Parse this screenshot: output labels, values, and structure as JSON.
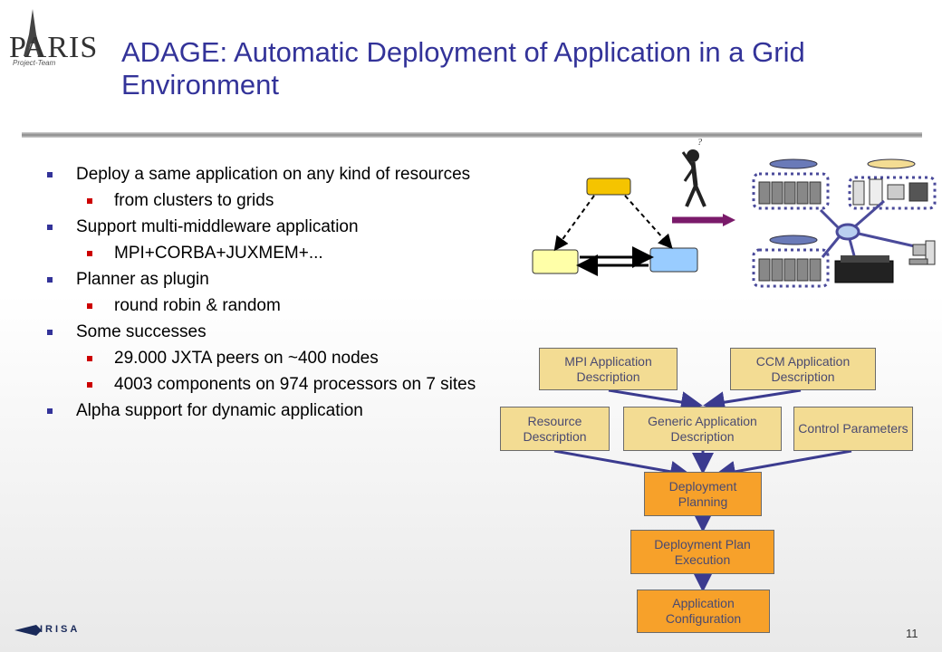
{
  "logo": {
    "text": "PARIS",
    "subtitle": "Project-Team"
  },
  "title": "ADAGE: Automatic Deployment of Application in a Grid Environment",
  "bullets": [
    {
      "text": "Deploy a same application on any kind of resources",
      "sub": [
        "from clusters to grids"
      ]
    },
    {
      "text": "Support multi-middleware application",
      "sub": [
        "MPI+CORBA+JUXMEM+..."
      ]
    },
    {
      "text": "Planner as plugin",
      "sub": [
        "round robin & random"
      ]
    },
    {
      "text": "Some successes",
      "sub": [
        "29.000 JXTA peers on ~400 nodes",
        "4003 components on 974 processors on 7 sites"
      ]
    },
    {
      "text": "Alpha support for dynamic application",
      "sub": []
    }
  ],
  "figure": {
    "question_mark": "?"
  },
  "flow": {
    "mpi_desc": "MPI Application Description",
    "ccm_desc": "CCM Application Description",
    "resource_desc": "Resource Description",
    "generic_desc": "Generic Application Description",
    "control_params": "Control Parameters",
    "planning": "Deployment Planning",
    "execution": "Deployment Plan Execution",
    "configuration": "Application Configuration"
  },
  "footer": {
    "org": "IRISA",
    "page_number": "11"
  },
  "colors": {
    "title": "#333399",
    "tan": "#f3dc93",
    "orange": "#f7a12a",
    "yellow": "#f5c400",
    "pale_yellow": "#ffffa8",
    "light_blue": "#99ccff",
    "arrow_blue": "#3b3b8f"
  }
}
